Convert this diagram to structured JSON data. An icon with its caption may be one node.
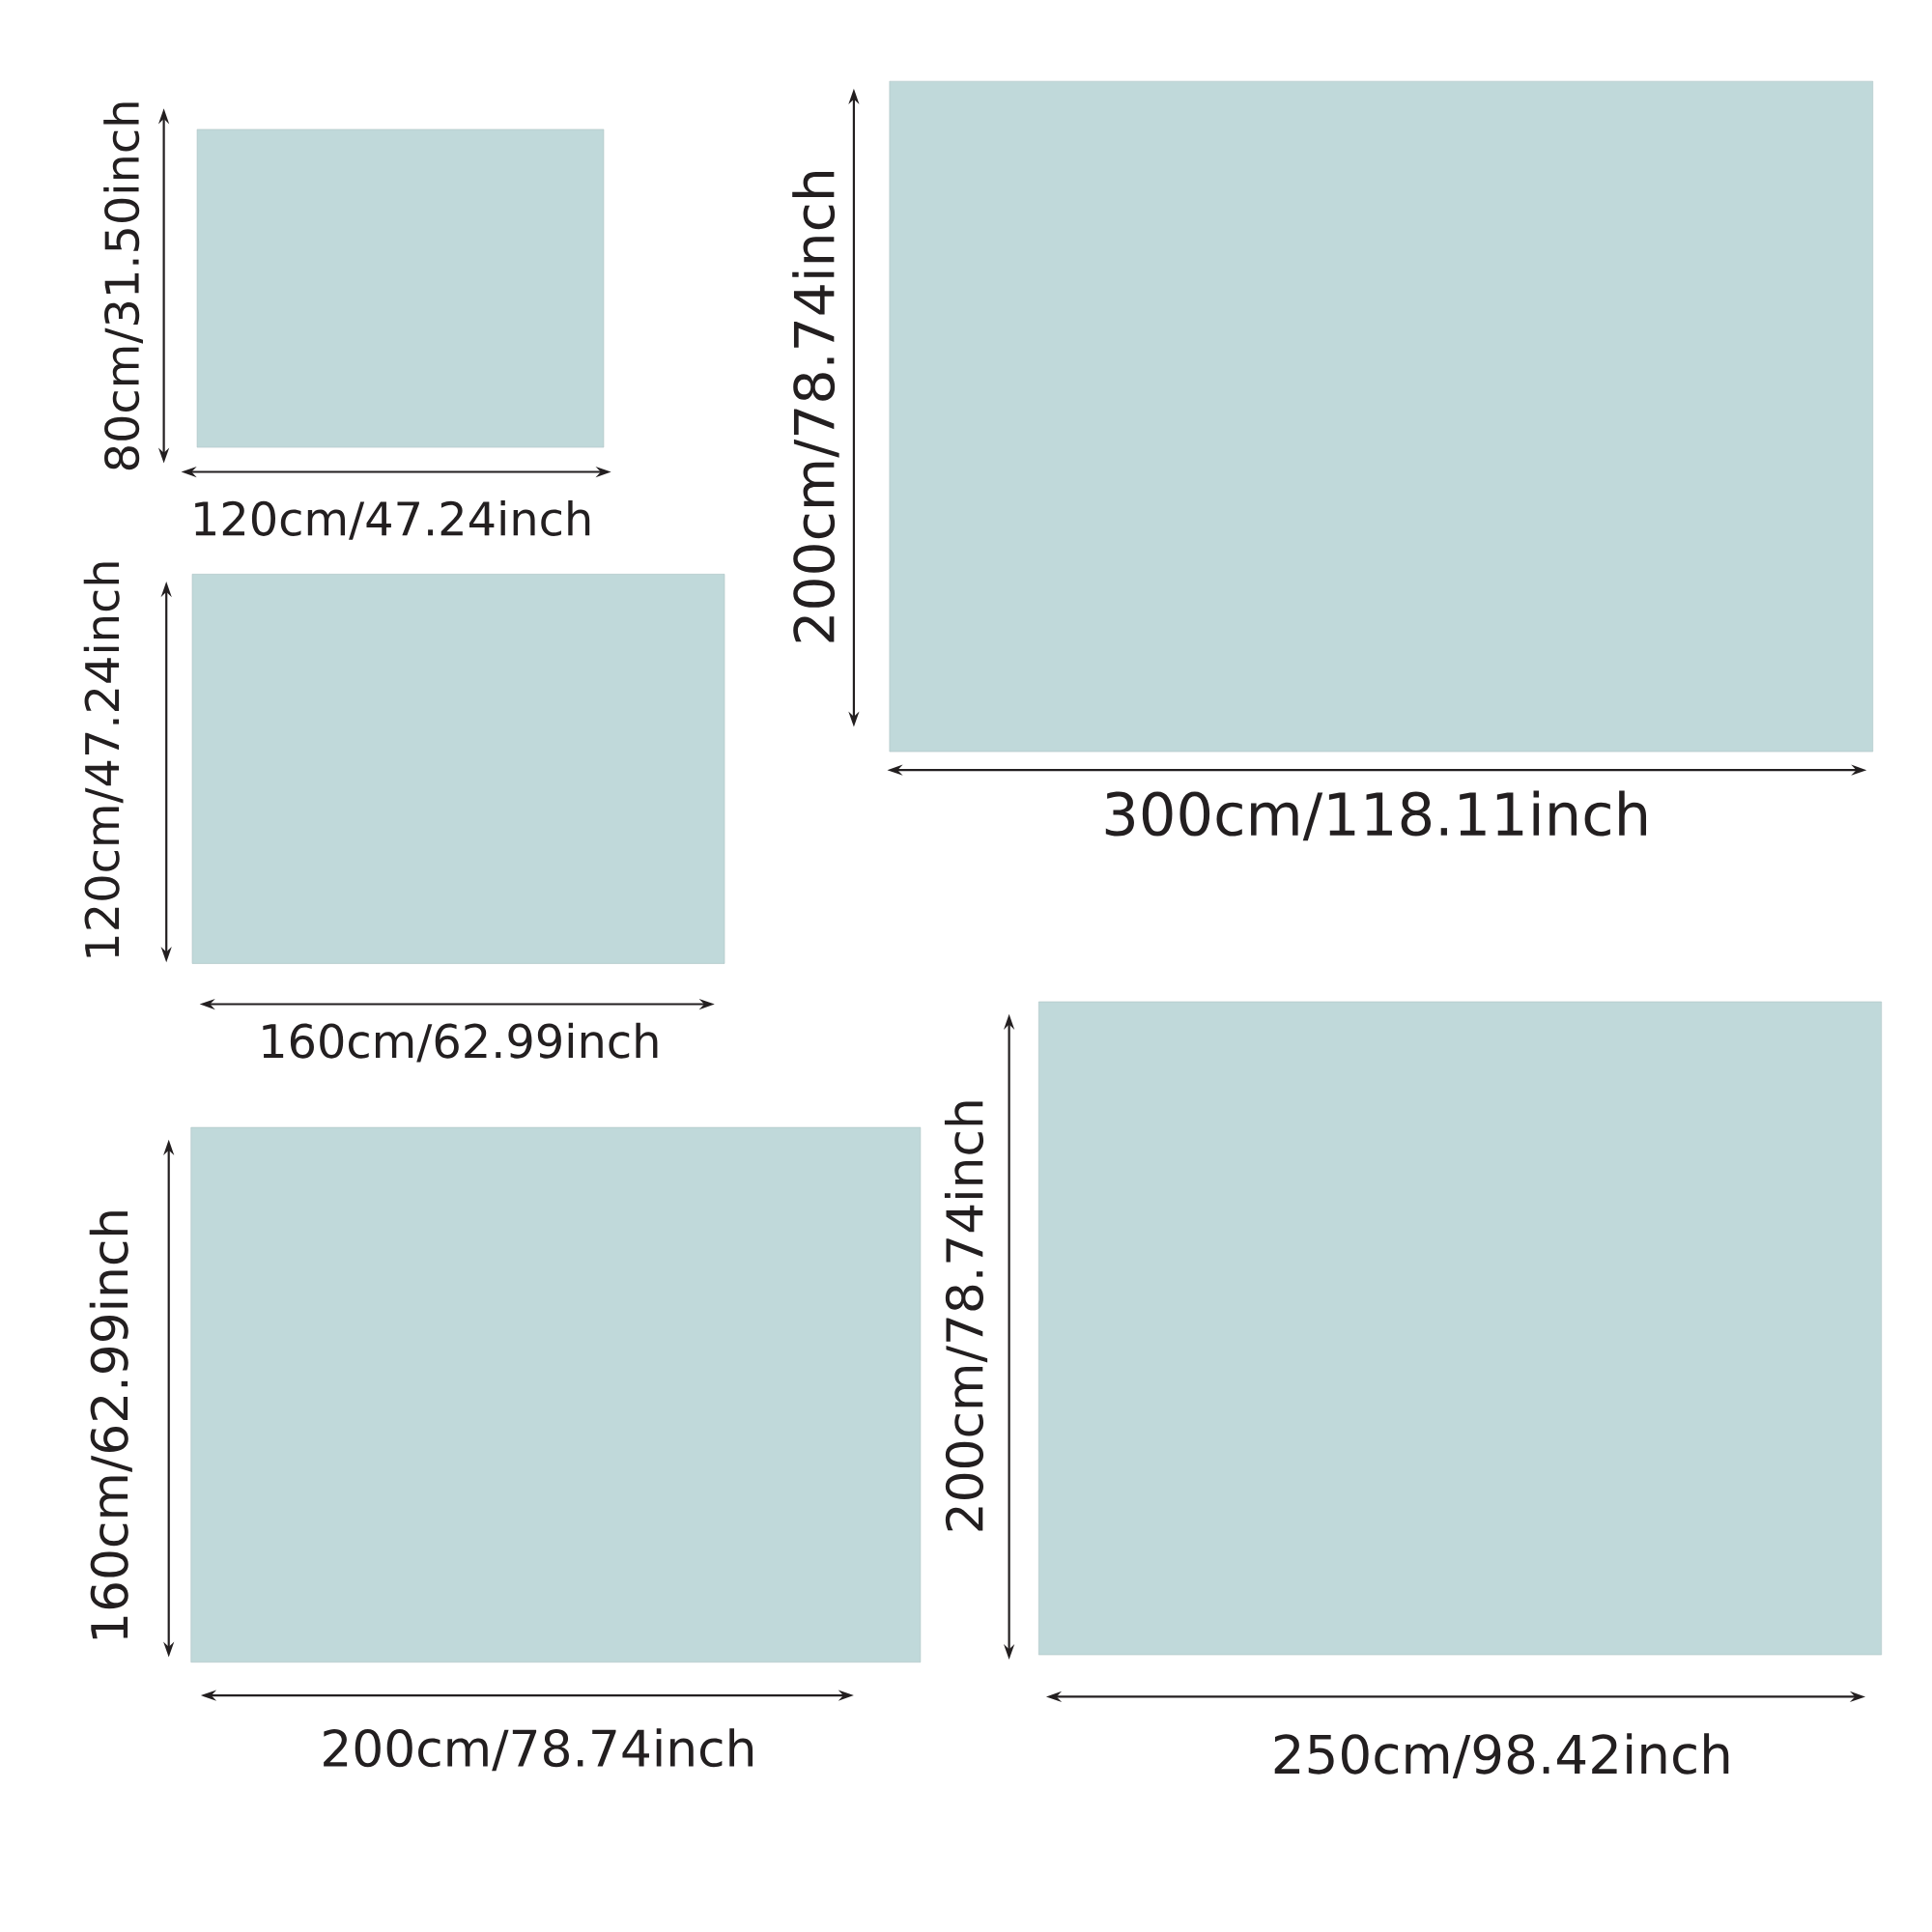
{
  "diagram": {
    "nodes": [
      {
        "text": [],
        "shape": "box",
        "beside": [
          "80cm/31.50inch",
          "120cm/47.24inch"
        ]
      },
      {
        "text": [],
        "shape": "box",
        "beside": [
          "120cm/47.24inch",
          "160cm/62.99inch"
        ]
      },
      {
        "text": [],
        "shape": "box",
        "beside": [
          "200cm/78.74inch",
          "300cm/118.11inch"
        ]
      },
      {
        "text": [],
        "shape": "box",
        "beside": [
          "160cm/62.99inch",
          "200cm/78.74inch"
        ]
      },
      {
        "text": [],
        "shape": "box",
        "beside": [
          "200cm/78.74inch",
          "250cm/98.42inch"
        ]
      }
    ]
  }
}
